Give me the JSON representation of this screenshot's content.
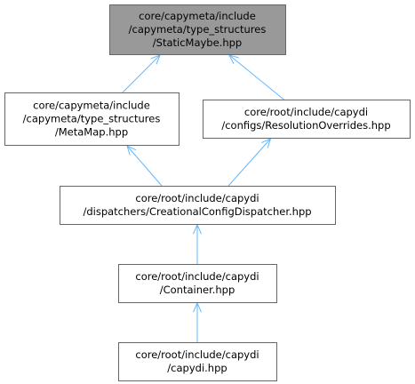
{
  "diagram": {
    "colors": {
      "root_fill": "#999999",
      "node_fill": "#ffffff",
      "border": "#666666",
      "edge": "#63b8ff",
      "text": "#000000"
    },
    "nodes": [
      {
        "id": "staticmaybe",
        "highlighted": true,
        "lines": [
          "core/capymeta/include",
          "/capymeta/type_structures",
          "/StaticMaybe.hpp"
        ]
      },
      {
        "id": "metamap",
        "highlighted": false,
        "lines": [
          "core/capymeta/include",
          "/capymeta/type_structures",
          "/MetaMap.hpp"
        ]
      },
      {
        "id": "resolutionoverrides",
        "highlighted": false,
        "lines": [
          "core/root/include/capydi",
          "/configs/ResolutionOverrides.hpp"
        ]
      },
      {
        "id": "creationalconfigdispatcher",
        "highlighted": false,
        "lines": [
          "core/root/include/capydi",
          "/dispatchers/CreationalConfigDispatcher.hpp"
        ]
      },
      {
        "id": "container",
        "highlighted": false,
        "lines": [
          "core/root/include/capydi",
          "/Container.hpp"
        ]
      },
      {
        "id": "capydi",
        "highlighted": false,
        "lines": [
          "core/root/include/capydi",
          "/capydi.hpp"
        ]
      }
    ],
    "edges": [
      {
        "from": "metamap",
        "to": "staticmaybe"
      },
      {
        "from": "resolutionoverrides",
        "to": "staticmaybe"
      },
      {
        "from": "creationalconfigdispatcher",
        "to": "metamap"
      },
      {
        "from": "creationalconfigdispatcher",
        "to": "resolutionoverrides"
      },
      {
        "from": "container",
        "to": "creationalconfigdispatcher"
      },
      {
        "from": "capydi",
        "to": "container"
      }
    ]
  }
}
